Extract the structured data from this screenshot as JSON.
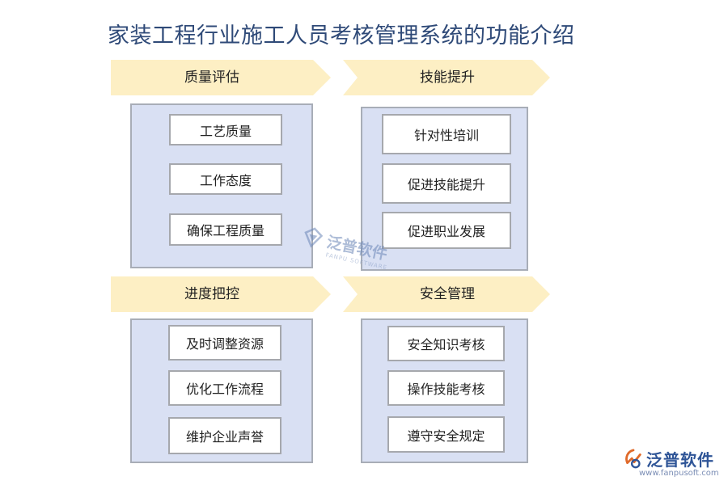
{
  "title": "家装工程行业施工人员考核管理系统的功能介绍",
  "sections": [
    {
      "label": "质量评估",
      "items": [
        "工艺质量",
        "工作态度",
        "确保工程质量"
      ]
    },
    {
      "label": "技能提升",
      "items": [
        "针对性培训",
        "促进技能提升",
        "促进职业发展"
      ]
    },
    {
      "label": "进度把控",
      "items": [
        "及时调整资源",
        "优化工作流程",
        "维护企业声誉"
      ]
    },
    {
      "label": "安全管理",
      "items": [
        "安全知识考核",
        "操作技能考核",
        "遵守安全规定"
      ]
    }
  ],
  "watermark": {
    "brand": "泛普软件",
    "sub": "FANPU SOFTWARE"
  },
  "logo": {
    "brand": "泛普软件",
    "site": "www.fanpusoft.com"
  },
  "colors": {
    "arrow": "#fdefc4",
    "panel": "#d9e0f3",
    "title": "#2f4a78",
    "brand": "#2f5597"
  }
}
